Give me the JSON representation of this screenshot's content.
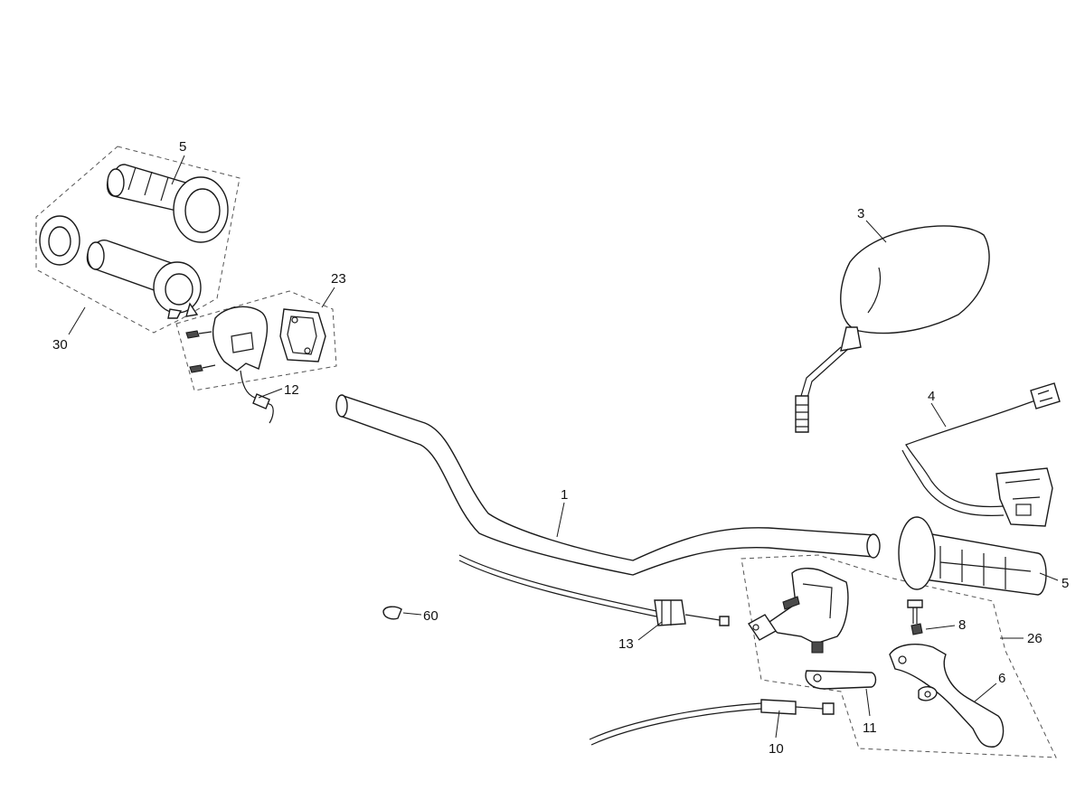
{
  "diagram": {
    "callouts": [
      {
        "id": "bar",
        "label": "1"
      },
      {
        "id": "mirror",
        "label": "3"
      },
      {
        "id": "harness",
        "label": "4"
      },
      {
        "id": "grip-left",
        "label": "5"
      },
      {
        "id": "grip-right",
        "label": "5"
      },
      {
        "id": "lever",
        "label": "6"
      },
      {
        "id": "spring",
        "label": "8"
      },
      {
        "id": "cable-lower",
        "label": "10"
      },
      {
        "id": "lever-small",
        "label": "11"
      },
      {
        "id": "wire",
        "label": "12"
      },
      {
        "id": "cable-upper",
        "label": "13"
      },
      {
        "id": "lever-assembly",
        "label": "26"
      },
      {
        "id": "switch-housing",
        "label": "23"
      },
      {
        "id": "throttle-kit",
        "label": "30"
      },
      {
        "id": "clip",
        "label": "60"
      }
    ],
    "colors": {
      "line": "#1a1a1a",
      "dash": "#555555",
      "fill": "#ffffff",
      "shade": "#bdbdbd"
    }
  }
}
